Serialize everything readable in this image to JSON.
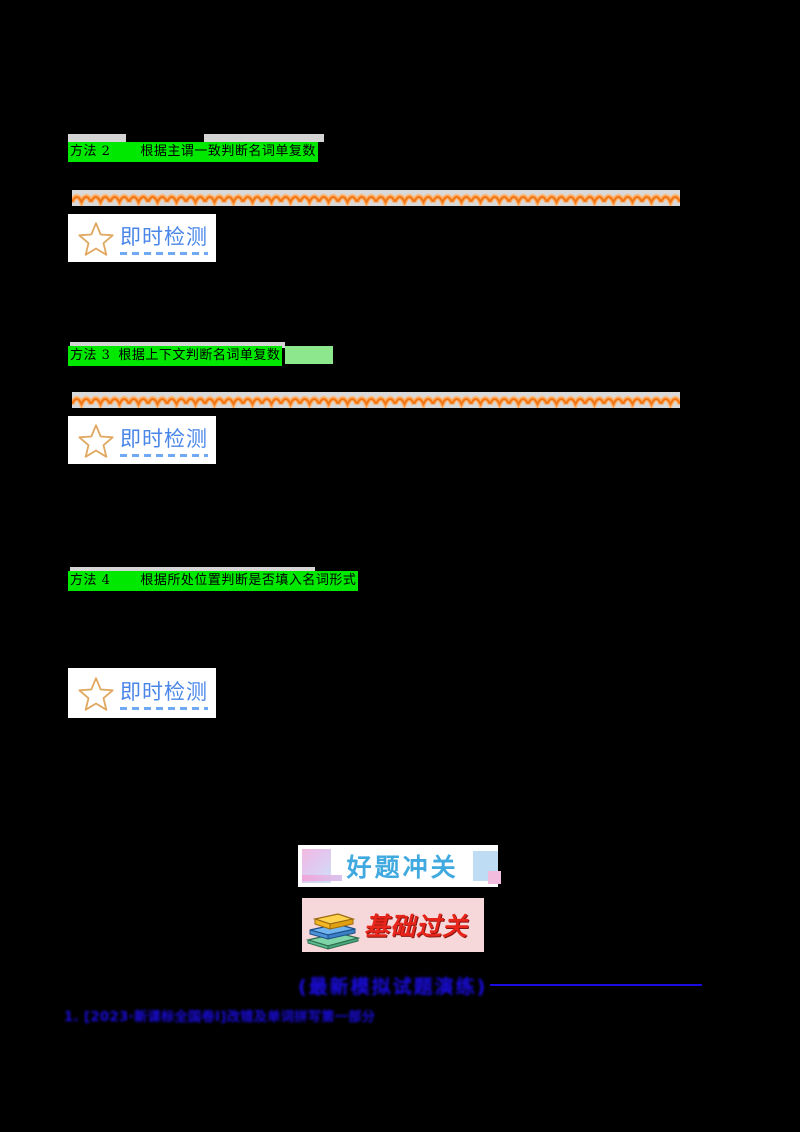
{
  "document": {
    "background_color": "#000000",
    "paper_color": "#ffffff"
  },
  "methods": [
    {
      "id": "method-2",
      "label": "方法 2",
      "text": "根据主谓一致判断名词单复数",
      "highlight_color": "#00e800"
    },
    {
      "id": "method-3",
      "label": "方法 3",
      "text": "根据上下文判断名词单复数",
      "highlight_color": "#00e800"
    },
    {
      "id": "method-4",
      "label": "方法 4",
      "text": "根据所处位置判断是否填入名词形式",
      "highlight_color": "#00e800"
    }
  ],
  "instant_checks": [
    {
      "label": "即时检测",
      "icon": "star-icon",
      "text_color": "#4a86e8",
      "star_color": "#e0a860"
    },
    {
      "label": "即时检测",
      "icon": "star-icon",
      "text_color": "#4a86e8",
      "star_color": "#e0a860"
    },
    {
      "label": "即时检测",
      "icon": "star-icon",
      "text_color": "#4a86e8",
      "star_color": "#e0a860"
    }
  ],
  "dividers": [
    {
      "style": "wavy-orange",
      "color": "#f07818"
    },
    {
      "style": "wavy-orange",
      "color": "#f07818"
    }
  ],
  "banner": {
    "title": "好题冲关",
    "title_color": "#3fa9e0"
  },
  "subsection": {
    "title": "基础过关",
    "title_color": "#e8251a",
    "icon": "books-icon",
    "background_color": "#f7d8da"
  },
  "exercise": {
    "subtitle": "(最新模拟试题演练)",
    "subtitle_color": "#1a0ce0",
    "question_1": "1. [2023·新课标全国卷Ⅰ]改错及单词拼写第一部分"
  }
}
